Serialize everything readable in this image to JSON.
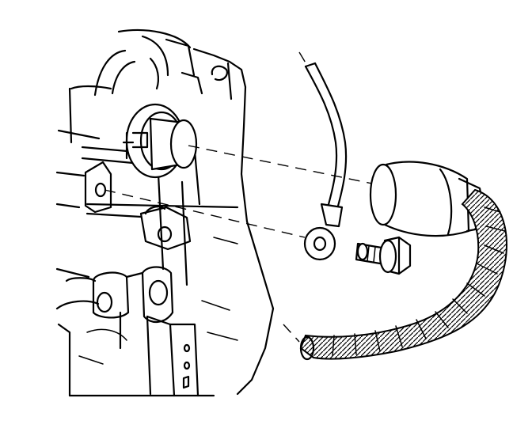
{
  "figure": {
    "kind": "exploded-assembly-line-drawing",
    "parts": [
      "housing",
      "boot-receptacle",
      "wire-harness-boot",
      "ground-wire",
      "ring-terminal",
      "bolt",
      "convoluted-conduit"
    ]
  },
  "colors": {
    "ink": "#000000",
    "paper": "#ffffff"
  }
}
